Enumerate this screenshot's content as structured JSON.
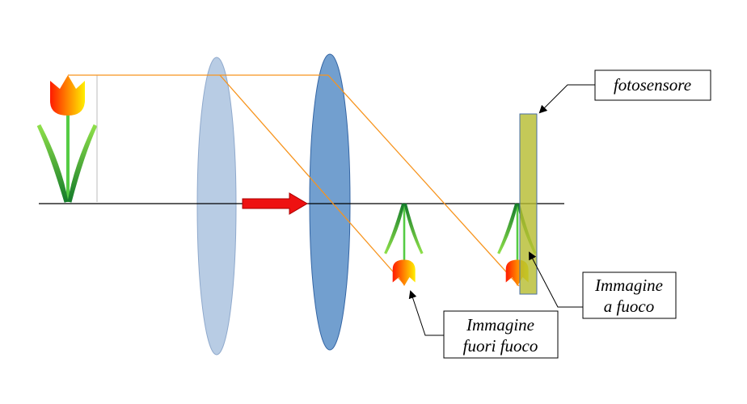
{
  "labels": {
    "sensor": "fotosensore",
    "in_focus_line1": "Immagine",
    "in_focus_line2": "a fuoco",
    "out_focus_line1": "Immagine",
    "out_focus_line2": "fuori fuoco"
  },
  "colors": {
    "ray": "#f7941d",
    "lens1": "#b8cce4",
    "lens2": "#729fcf",
    "sensor": "#c3c94e",
    "arrow": "#ee1111"
  }
}
